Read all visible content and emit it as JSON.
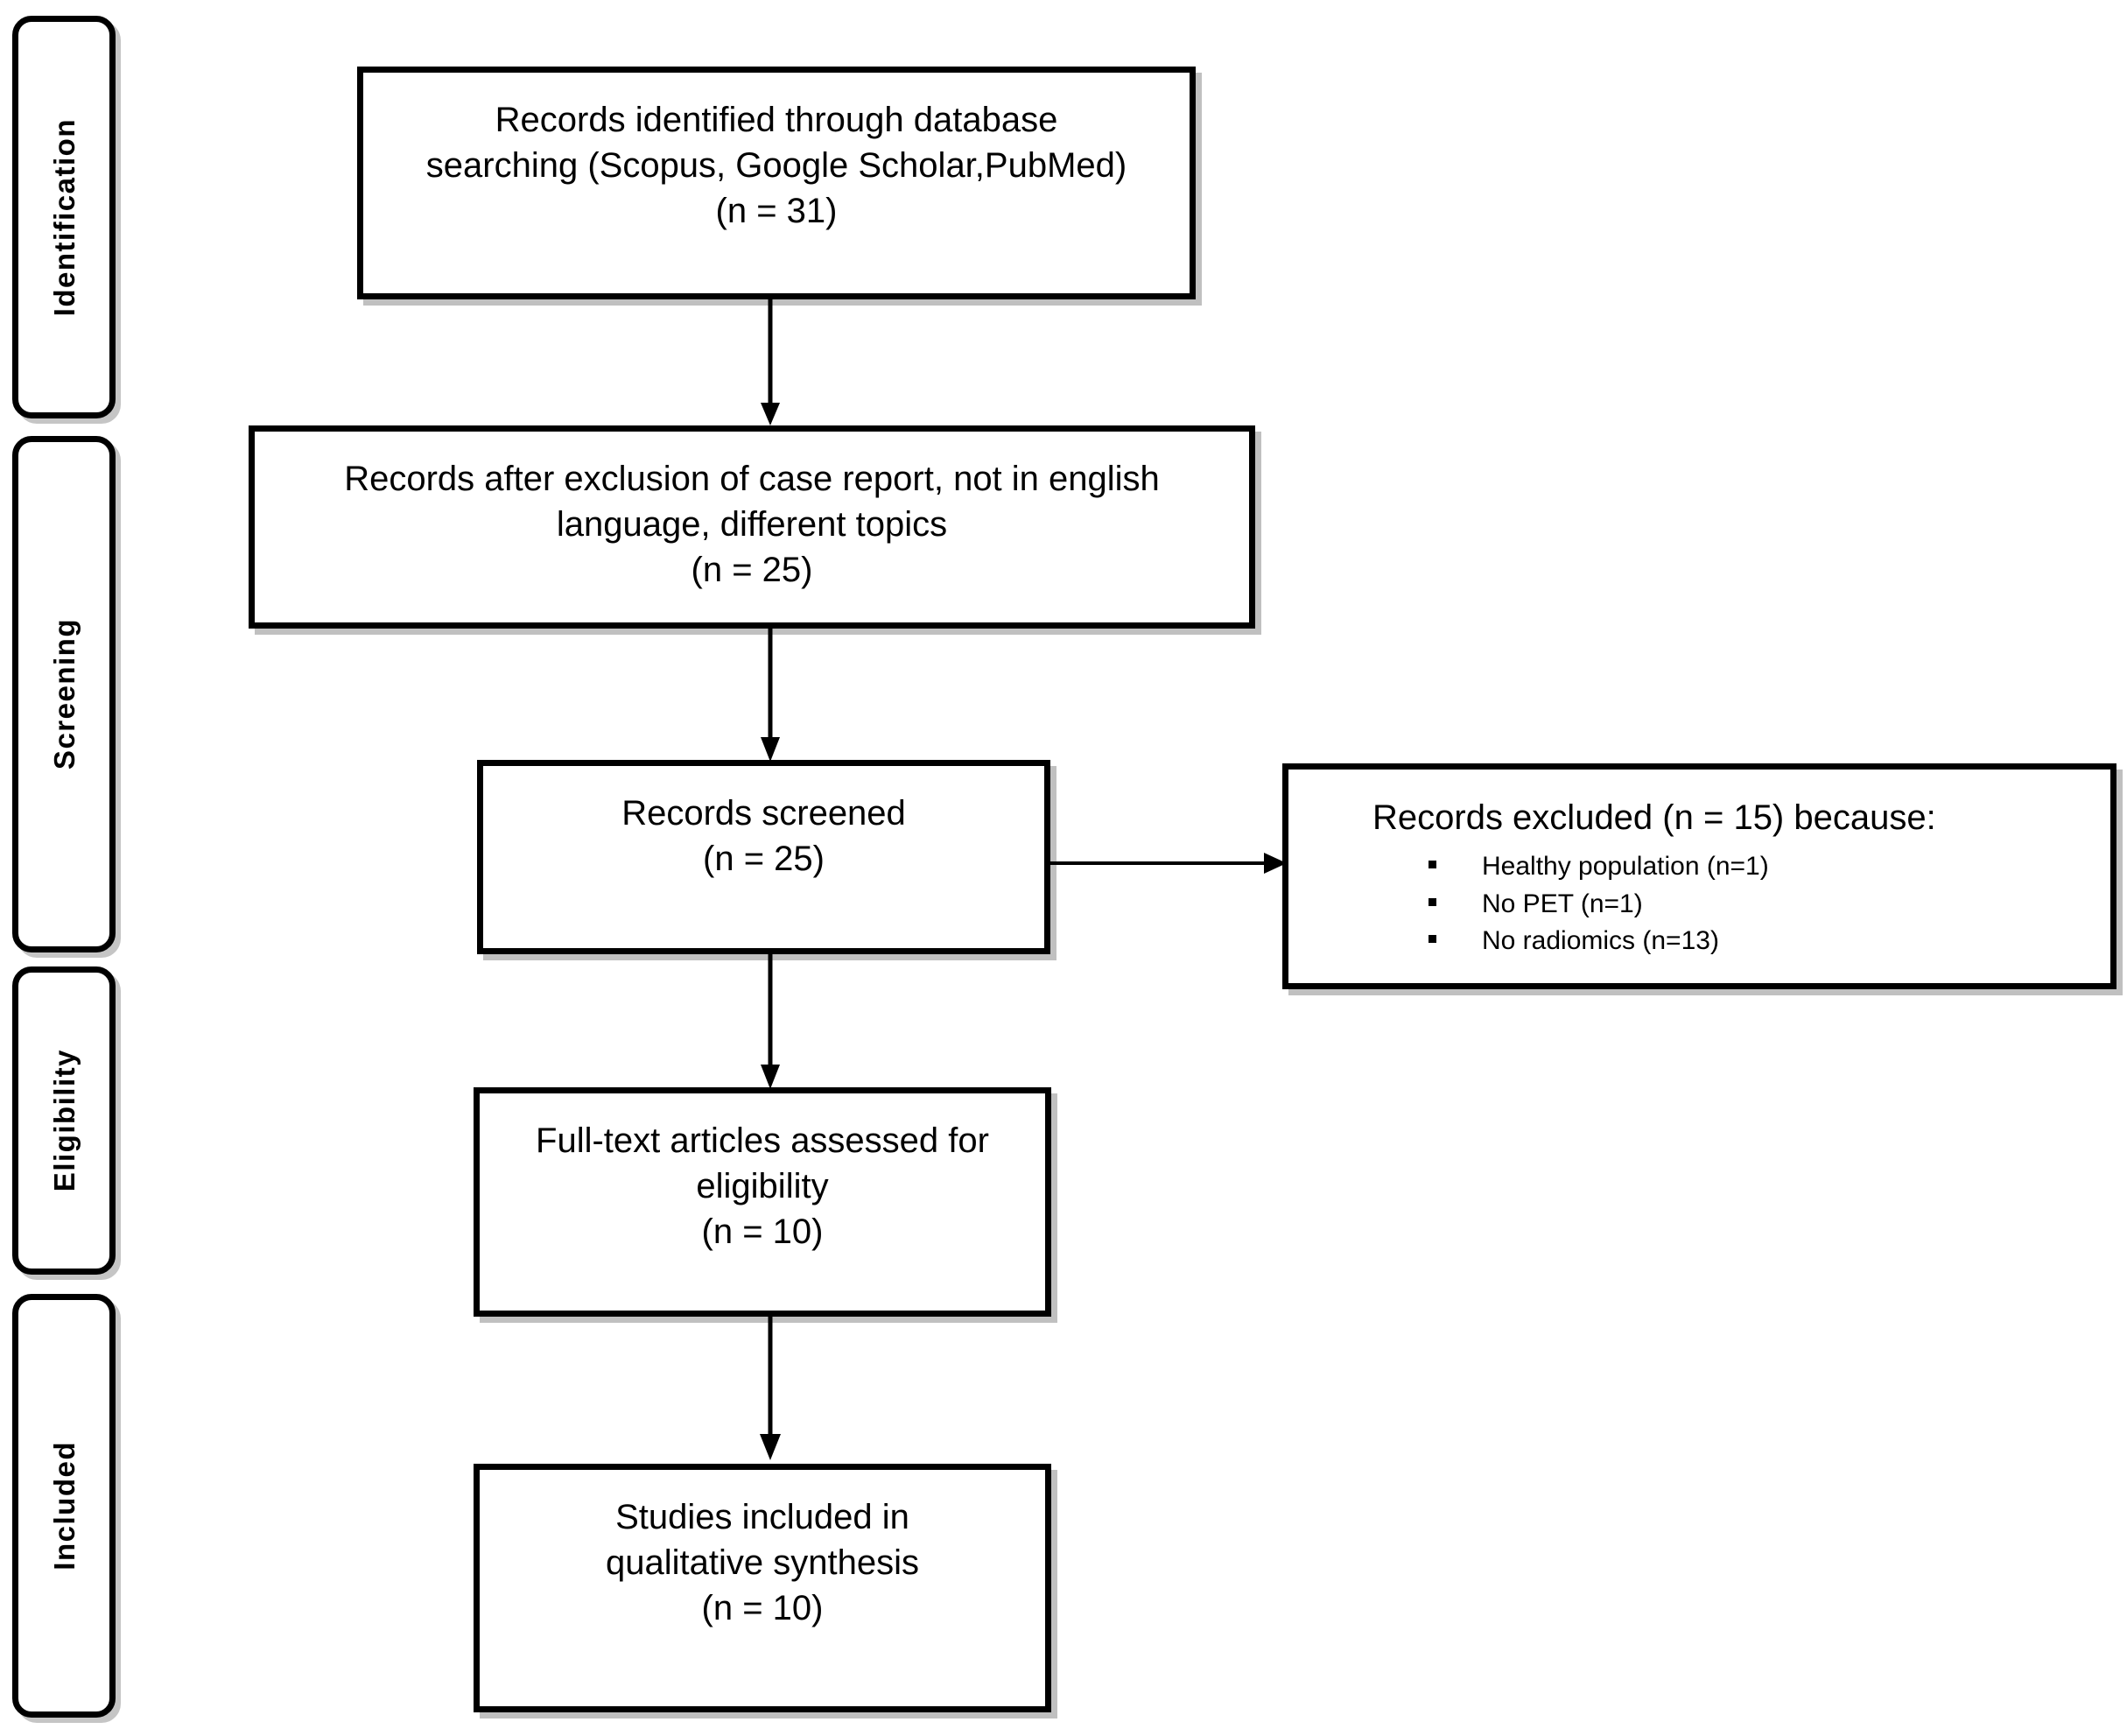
{
  "diagram": {
    "type": "prisma-flow-diagram",
    "stages": [
      {
        "id": "identification",
        "label": "Identification"
      },
      {
        "id": "screening",
        "label": "Screening"
      },
      {
        "id": "eligibility",
        "label": "Eligibility"
      },
      {
        "id": "included",
        "label": "Included"
      }
    ],
    "boxes": [
      {
        "id": "records-identified",
        "lines": [
          "Records identified through database",
          "searching (Scopus, Google Scholar,PubMed)",
          "(n = 31)"
        ]
      },
      {
        "id": "records-after-exclusion",
        "lines": [
          "Records after exclusion of case report, not in english",
          "language, different topics",
          "(n = 25)"
        ]
      },
      {
        "id": "records-screened",
        "lines": [
          "Records screened",
          "(n = 25)"
        ]
      },
      {
        "id": "records-excluded",
        "title": "Records excluded (n = 15) because:",
        "items": [
          "Healthy population (n=1)",
          "No PET (n=1)",
          "No radiomics (n=13)"
        ]
      },
      {
        "id": "full-text-assessed",
        "lines": [
          "Full-text articles assessed for",
          "eligibility",
          "(n = 10)"
        ]
      },
      {
        "id": "studies-included",
        "lines": [
          "Studies included in",
          "qualitative  synthesis",
          "(n = 10)"
        ]
      }
    ],
    "counts": {
      "identified": 31,
      "after_exclusion": 25,
      "screened": 25,
      "excluded": 15,
      "excluded_healthy_population": 1,
      "excluded_no_pet": 1,
      "excluded_no_radiomics": 13,
      "full_text_assessed": 10,
      "included": 10
    },
    "colors": {
      "stroke": "#000000",
      "fill": "#ffffff",
      "text": "#000000",
      "shadow": "#969696"
    }
  }
}
